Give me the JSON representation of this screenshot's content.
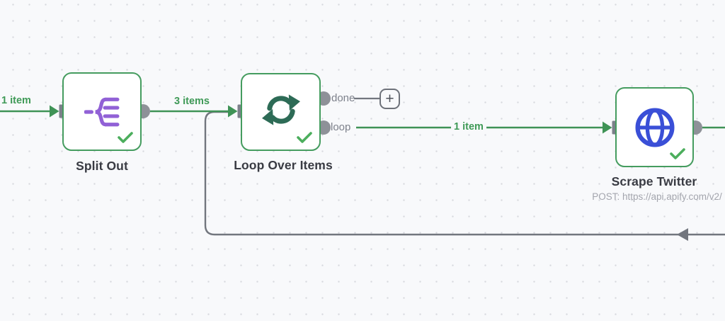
{
  "app": {
    "name": "workflow-editor-canvas",
    "colors": {
      "canvas_bg": "#f8f9fb",
      "grid_dot": "#d7d9de",
      "node_border_success": "#459c5f",
      "wire_green": "#3f9356",
      "wire_gray": "#72767e",
      "handle_gray": "#8e9198",
      "check_green": "#4cae5d",
      "split_icon_purple": "#9161d6",
      "loop_icon_green": "#2d6b56",
      "globe_icon_blue": "#3a4fd7",
      "title_text": "#393b43",
      "subtitle_text": "#a3a5ad",
      "port_label_text": "#7d818b"
    }
  },
  "nodes": [
    {
      "title": "Split Out",
      "icon": "split-out-icon",
      "status": "success"
    },
    {
      "title": "Loop Over Items",
      "icon": "loop-icon",
      "status": "success",
      "outputs": [
        {
          "label": "done"
        },
        {
          "label": "loop"
        }
      ]
    },
    {
      "title": "Scrape Twitter",
      "icon": "globe-icon",
      "status": "success",
      "subtitle": "POST: https://api.apify.com/v2/"
    }
  ],
  "labels": {
    "input_to_split": "1 item",
    "split_to_loop": "3 items",
    "loop_to_scrape": "1 item"
  },
  "ui": {
    "plus": "+"
  }
}
